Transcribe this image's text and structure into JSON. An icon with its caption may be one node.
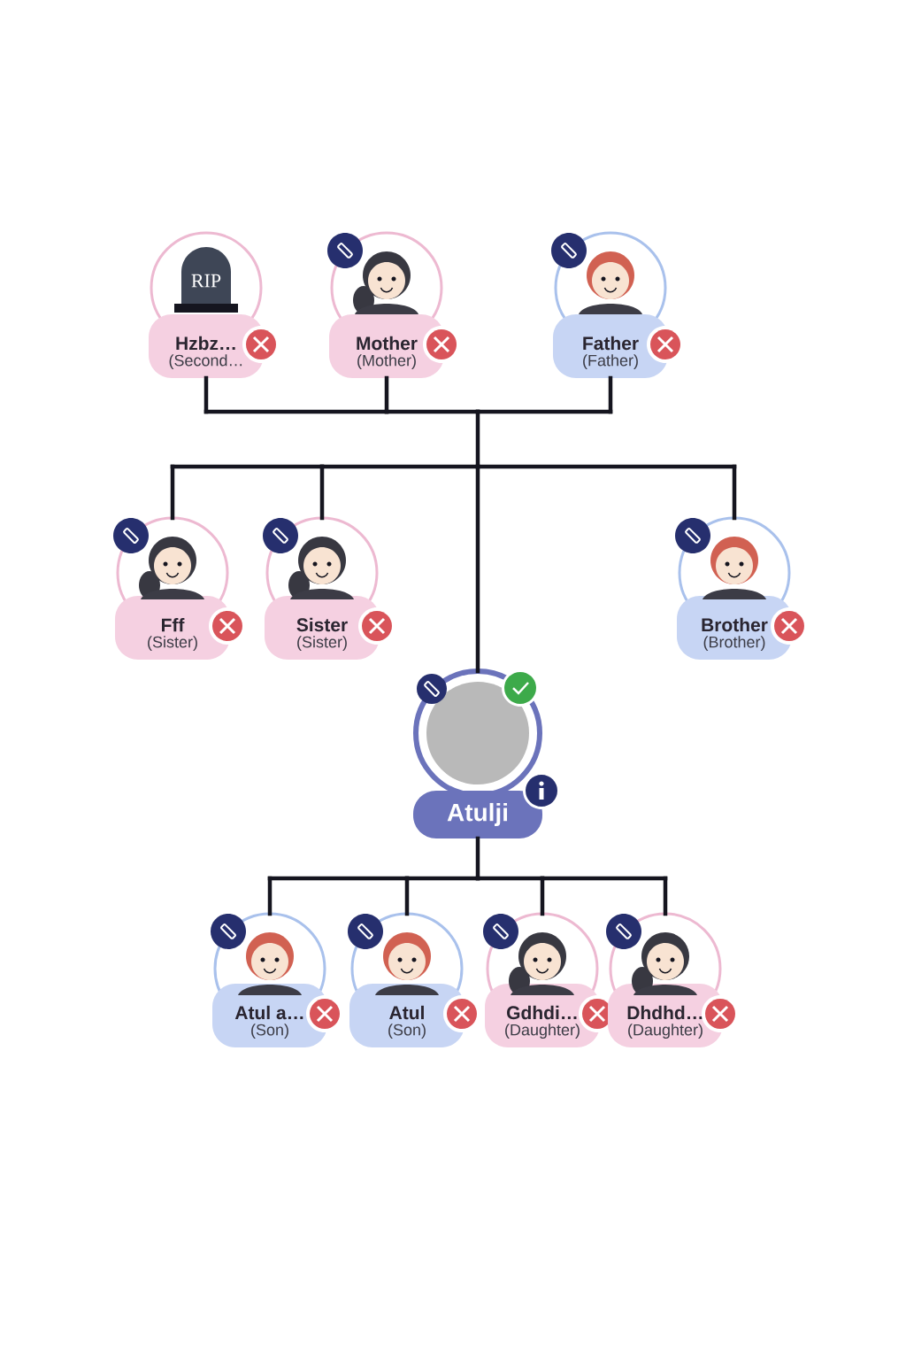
{
  "diagram": {
    "nodes": [
      {
        "text": [
          "Hzbz…",
          "(Second…"
        ]
      },
      {
        "text": [
          "Mother",
          "(Mother)"
        ]
      },
      {
        "text": [
          "Father",
          "(Father)"
        ]
      },
      {
        "text": [
          "Fff",
          "(Sister)"
        ]
      },
      {
        "text": [
          "Sister",
          "(Sister)"
        ]
      },
      {
        "text": [
          "Brother",
          "(Brother)"
        ]
      },
      {
        "text": [
          "Atulji"
        ]
      },
      {
        "text": [
          "Atul a…",
          "(Son)"
        ]
      },
      {
        "text": [
          "Atul",
          "(Son)"
        ]
      },
      {
        "text": [
          "Gdhdi…",
          "(Daughter)"
        ]
      },
      {
        "text": [
          "Dhdhd…",
          "(Daughter)"
        ]
      }
    ],
    "edges": [
      {
        "from": 0,
        "to": 6,
        "arrow": "none"
      },
      {
        "from": 1,
        "to": 6,
        "arrow": "none"
      },
      {
        "from": 2,
        "to": 6,
        "arrow": "none"
      },
      {
        "from": 0,
        "to": 3,
        "arrow": "none"
      },
      {
        "from": 1,
        "to": 3,
        "arrow": "none"
      },
      {
        "from": 2,
        "to": 3,
        "arrow": "none"
      },
      {
        "from": 0,
        "to": 4,
        "arrow": "none"
      },
      {
        "from": 1,
        "to": 4,
        "arrow": "none"
      },
      {
        "from": 2,
        "to": 4,
        "arrow": "none"
      },
      {
        "from": 0,
        "to": 5,
        "arrow": "none"
      },
      {
        "from": 1,
        "to": 5,
        "arrow": "none"
      },
      {
        "from": 2,
        "to": 5,
        "arrow": "none"
      },
      {
        "from": 6,
        "to": 7,
        "arrow": "none"
      },
      {
        "from": 6,
        "to": 8,
        "arrow": "none"
      },
      {
        "from": 6,
        "to": 9,
        "arrow": "none"
      },
      {
        "from": 6,
        "to": 10,
        "arrow": "none"
      }
    ],
    "labels": [
      "RIP"
    ]
  }
}
